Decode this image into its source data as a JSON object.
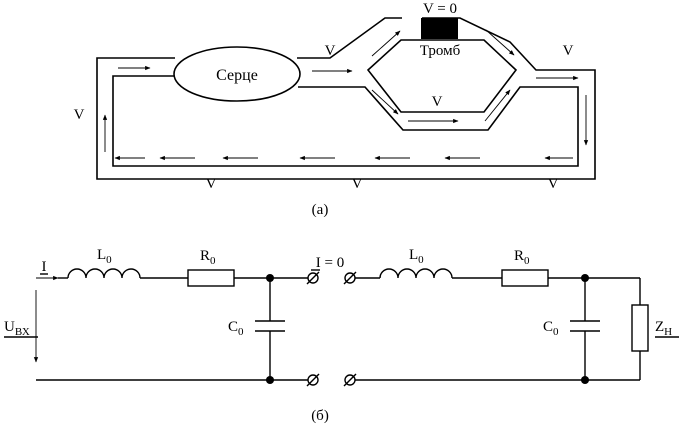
{
  "part_a": {
    "heart_label": "Серце",
    "thrombus_label": "Тромб",
    "thrombus_velocity": "V = 0",
    "velocity_label": "V",
    "caption": "(а)"
  },
  "part_b": {
    "current_in": "I",
    "current_zero": "I = 0",
    "inductor": "L",
    "resistor": "R",
    "capacitor": "C",
    "subscript_zero": "0",
    "voltage_in_main": "U",
    "voltage_in_sub": "ВХ",
    "load_main": "Z",
    "load_sub": "Н",
    "caption": "(б)"
  }
}
